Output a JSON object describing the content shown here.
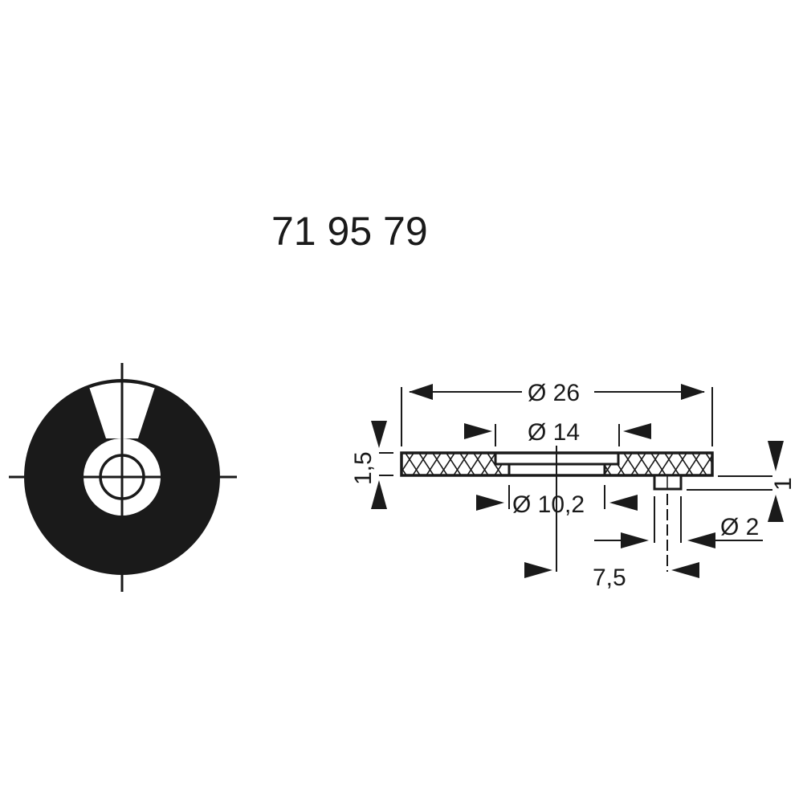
{
  "part_number": "71 95 79",
  "colors": {
    "ink": "#1a1a1a",
    "background": "#ffffff"
  },
  "front_view": {
    "description": "Top view of washer/disc with slot and center hole, crosshair centerlines"
  },
  "side_view": {
    "description": "Cross-section of disc with hatched material, stepped bore, and pin",
    "dimensions": {
      "outer_diameter": "Ø 26",
      "step_diameter": "Ø 14",
      "bore_diameter": "Ø 10,2",
      "thickness": "1,5",
      "pin_height": "1",
      "pin_diameter": "Ø 2",
      "pin_offset": "7,5"
    }
  }
}
